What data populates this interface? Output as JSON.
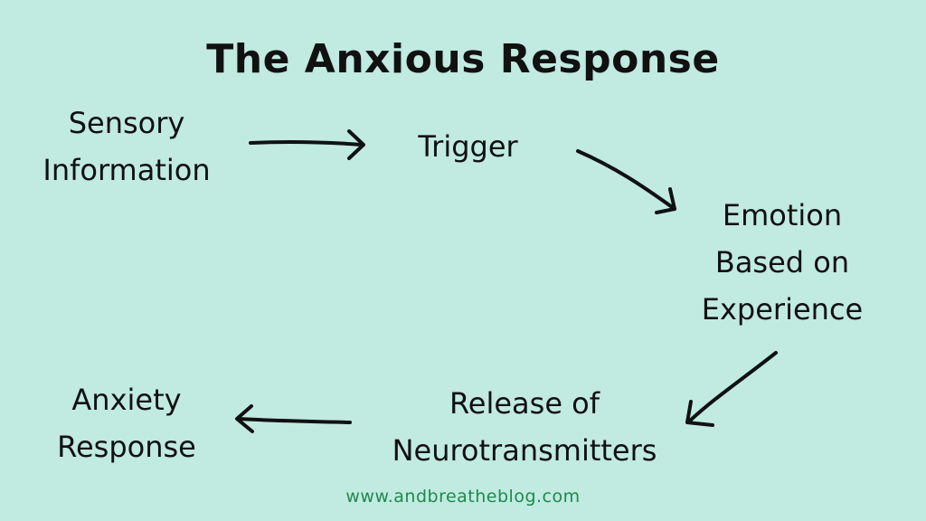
{
  "title": "The Anxious Response",
  "nodes": {
    "sensory": [
      "Sensory",
      "Information"
    ],
    "trigger": [
      "Trigger"
    ],
    "emotion": [
      "Emotion",
      "Based on",
      "Experience"
    ],
    "release": [
      "Release of",
      "Neurotransmitters"
    ],
    "anxiety": [
      "Anxiety",
      "Response"
    ]
  },
  "edges": [
    {
      "from": "Sensory Information",
      "to": "Trigger"
    },
    {
      "from": "Trigger",
      "to": "Emotion Based on Experience"
    },
    {
      "from": "Emotion Based on Experience",
      "to": "Release of Neurotransmitters"
    },
    {
      "from": "Release of Neurotransmitters",
      "to": "Anxiety Response"
    }
  ],
  "footer": "www.andbreatheblog.com",
  "colors": {
    "background": "#c1eae1",
    "footer": "#1e8a4c",
    "text": "#111111"
  }
}
